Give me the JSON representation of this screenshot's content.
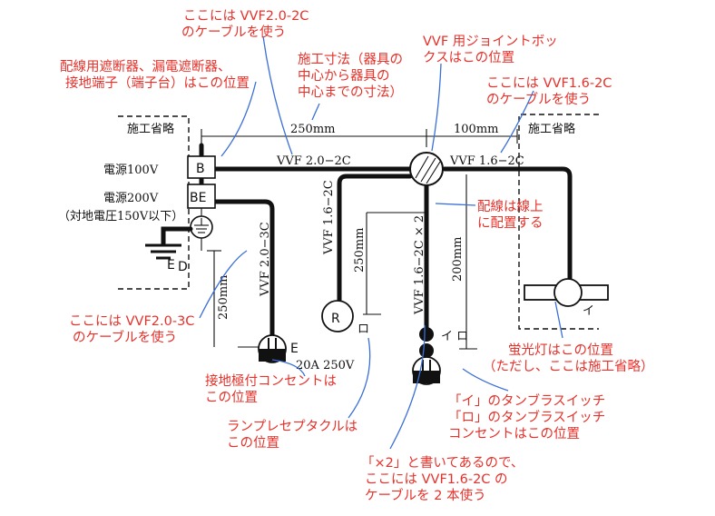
{
  "annotations": {
    "vvf20_top": [
      "ここには VVF2.0-2C",
      "のケーブルを使う"
    ],
    "breaker": [
      "配線用遮断器、漏電遮断器、",
      "接地端子（端子台）はこの位置"
    ],
    "dimension": [
      "施工寸法（器具の",
      "中心から器具の",
      "中心までの寸法）"
    ],
    "joint_box": [
      "VVF 用ジョイントボッ",
      "クスはこの位置"
    ],
    "vvf16": [
      "ここには VVF1.6-2C",
      "のケーブルを使う"
    ],
    "on_line": [
      "配線は線上",
      "に配置する"
    ],
    "vvf20_3c": [
      "ここには VVF2.0-3C",
      "のケーブルを使う"
    ],
    "earth_outlet": [
      "接地極付コンセントは",
      "この位置"
    ],
    "receptacle": [
      "ランプレセプタクルは",
      "この位置"
    ],
    "fluorescent": [
      "蛍光灯はこの位置",
      "（ただし、ここは施工省略）"
    ],
    "switches": [
      "「イ」のタンブラスイッチ",
      "「ロ」のタンブラスイッチ",
      "コンセントはこの位置"
    ],
    "x2": [
      "「×2」と書いてあるので、",
      "ここには VVF1.6-2C の",
      "ケーブルを 2 本使う"
    ]
  },
  "drawing": {
    "omit_left": "施工省略",
    "omit_right": "施工省略",
    "source100": "電源100V",
    "source200": "電源200V",
    "source200_note": "（対地電圧150V以下）",
    "breaker_b": "B",
    "breaker_be": "BE",
    "ground_label": "E",
    "ground_sub": "D",
    "dim_250": "250mm",
    "dim_100": "100mm",
    "cable_main": "VVF 2.0−2C",
    "cable_right": "VVF 1.6−2C",
    "cable_r": "VVF 1.6−2C",
    "cable_x2": "VVF 1.6−2C × 2",
    "cable_3c": "VVF 2.0−3C",
    "dim_250_r": "250mm",
    "dim_200": "200mm",
    "dim_250_out": "250mm",
    "receptacle_symbol": "R",
    "receptacle_ro": "ロ",
    "switch_labels": "イ ロ",
    "lamp_i": "イ",
    "outlet_e": "E",
    "outlet_rating": "20A 250V"
  },
  "colors": {
    "annotation": "#e8312a",
    "arrow": "#3a6fd8",
    "line": "#111111"
  }
}
